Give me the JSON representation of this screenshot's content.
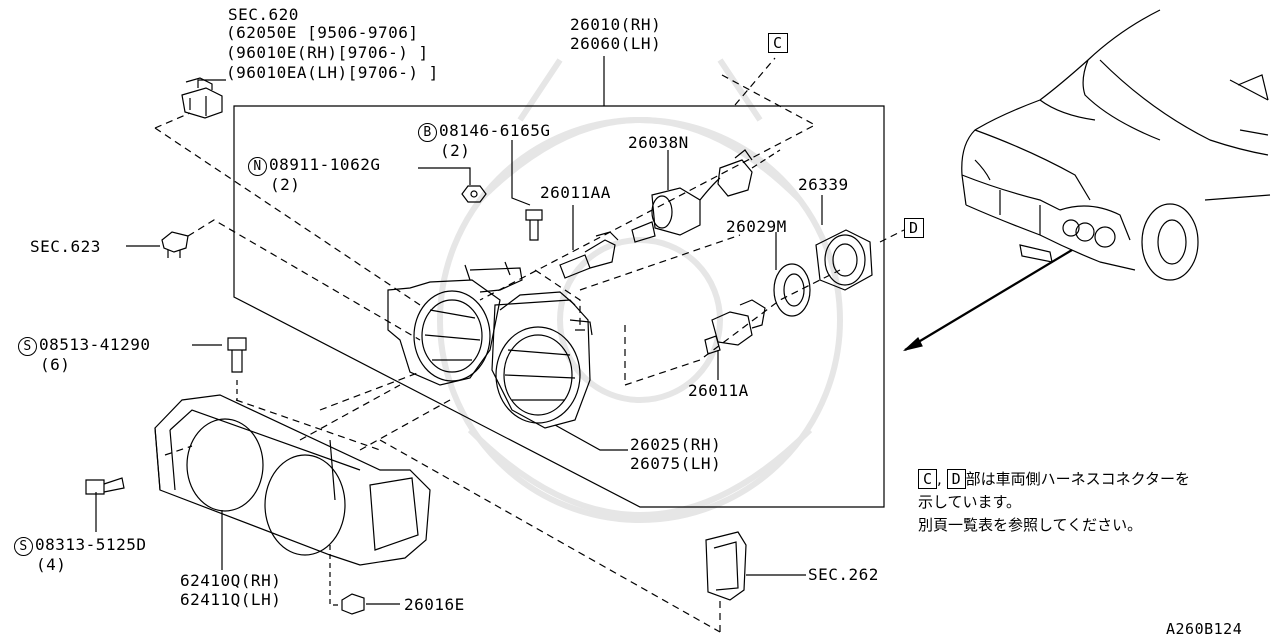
{
  "labels": {
    "sec620_title": "SEC.620",
    "sec620_line1": "(62050E [9506-9706]",
    "sec620_line2": "(96010E(RH)[9706-) ]",
    "sec620_line3": "(96010EA(LH)[9706-) ]",
    "p26010": "26010(RH)",
    "p26060": "26060(LH)",
    "conn_c": "C",
    "conn_d": "D",
    "b_symbol": "B",
    "b_part": "08146-6165G",
    "b_qty": "(2)",
    "n_symbol": "N",
    "n_part": "08911-1062G",
    "n_qty": "(2)",
    "p26038n": "26038N",
    "p26011aa": "26011AA",
    "p26339": "26339",
    "p26029m": "26029M",
    "sec623": "SEC.623",
    "s1_symbol": "S",
    "s1_part": "08513-41290",
    "s1_qty": "(6)",
    "p26011a": "26011A",
    "p26025": "26025(RH)",
    "p26075": "26075(LH)",
    "s2_symbol": "S",
    "s2_part": "08313-5125D",
    "s2_qty": "(4)",
    "p62410q": "62410Q(RH)",
    "p62411q": "62411Q(LH)",
    "p26016e": "26016E",
    "sec262": "SEC.262",
    "diagram_code": "A260B124"
  },
  "note": {
    "box_c": "C",
    "comma": ",",
    "box_d": "D",
    "line1": "部は車両側ハーネスコネクターを",
    "line2": "示しています。",
    "line3": "別頁一覧表を参照してください。"
  }
}
